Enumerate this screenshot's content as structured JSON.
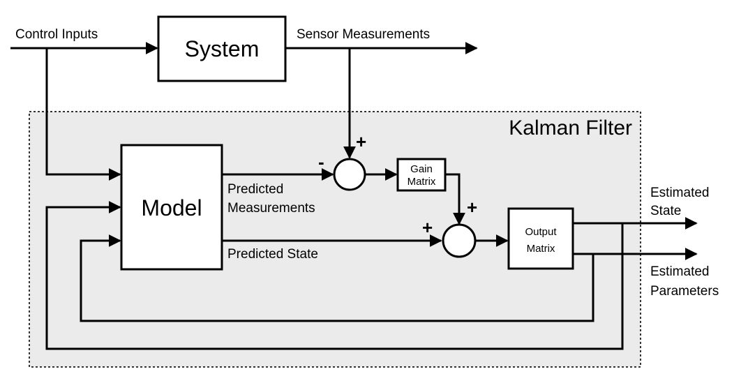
{
  "labels": {
    "control_inputs": "Control Inputs",
    "system": "System",
    "sensor_measurements": "Sensor Measurements",
    "kalman_filter": "Kalman Filter",
    "model": "Model",
    "predicted_measurements_1": "Predicted",
    "predicted_measurements_2": "Measurements",
    "predicted_state": "Predicted State",
    "gain_matrix_1": "Gain",
    "gain_matrix_2": "Matrix",
    "output_matrix_1": "Output",
    "output_matrix_2": "Matrix",
    "estimated_state_1": "Estimated",
    "estimated_state_2": "State",
    "estimated_parameters_1": "Estimated",
    "estimated_parameters_2": "Parameters",
    "plus_top": "+",
    "minus_left": "-",
    "plus_gain": "+",
    "plus_state": "+"
  },
  "colors": {
    "filter_background": "#ebebeb",
    "line": "#000000"
  }
}
